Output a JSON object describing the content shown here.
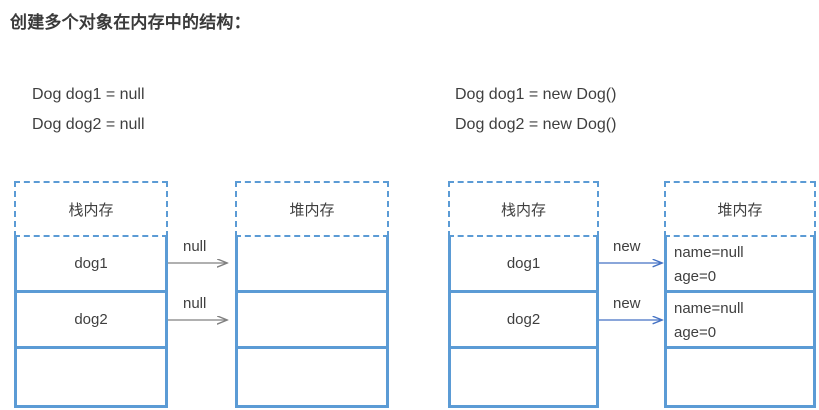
{
  "title": "创建多个对象在内存中的结构：",
  "colors": {
    "box_border": "#5b9bd5",
    "arrow_gray": "#808080",
    "arrow_blue": "#4472c4",
    "text": "#3f3f3f",
    "title": "#3a3a3a"
  },
  "left_example": {
    "code": [
      "Dog dog1 = null",
      "Dog dog2 = null"
    ],
    "stack": {
      "header": "栈内存",
      "rows": [
        {
          "label": "dog1"
        },
        {
          "label": "dog2"
        },
        {
          "label": ""
        }
      ]
    },
    "heap": {
      "header": "堆内存",
      "rows": [
        {
          "fields": []
        },
        {
          "fields": []
        },
        {
          "fields": []
        }
      ]
    },
    "arrows": [
      {
        "label": "null"
      },
      {
        "label": "null"
      }
    ]
  },
  "right_example": {
    "code": [
      "Dog dog1 = new Dog()",
      "Dog dog2 = new Dog()"
    ],
    "stack": {
      "header": "栈内存",
      "rows": [
        {
          "label": "dog1"
        },
        {
          "label": "dog2"
        },
        {
          "label": ""
        }
      ]
    },
    "heap": {
      "header": "堆内存",
      "rows": [
        {
          "fields": [
            "name=null",
            "age=0"
          ]
        },
        {
          "fields": [
            "name=null",
            "age=0"
          ]
        },
        {
          "fields": []
        }
      ]
    },
    "arrows": [
      {
        "label": "new"
      },
      {
        "label": "new"
      }
    ]
  }
}
